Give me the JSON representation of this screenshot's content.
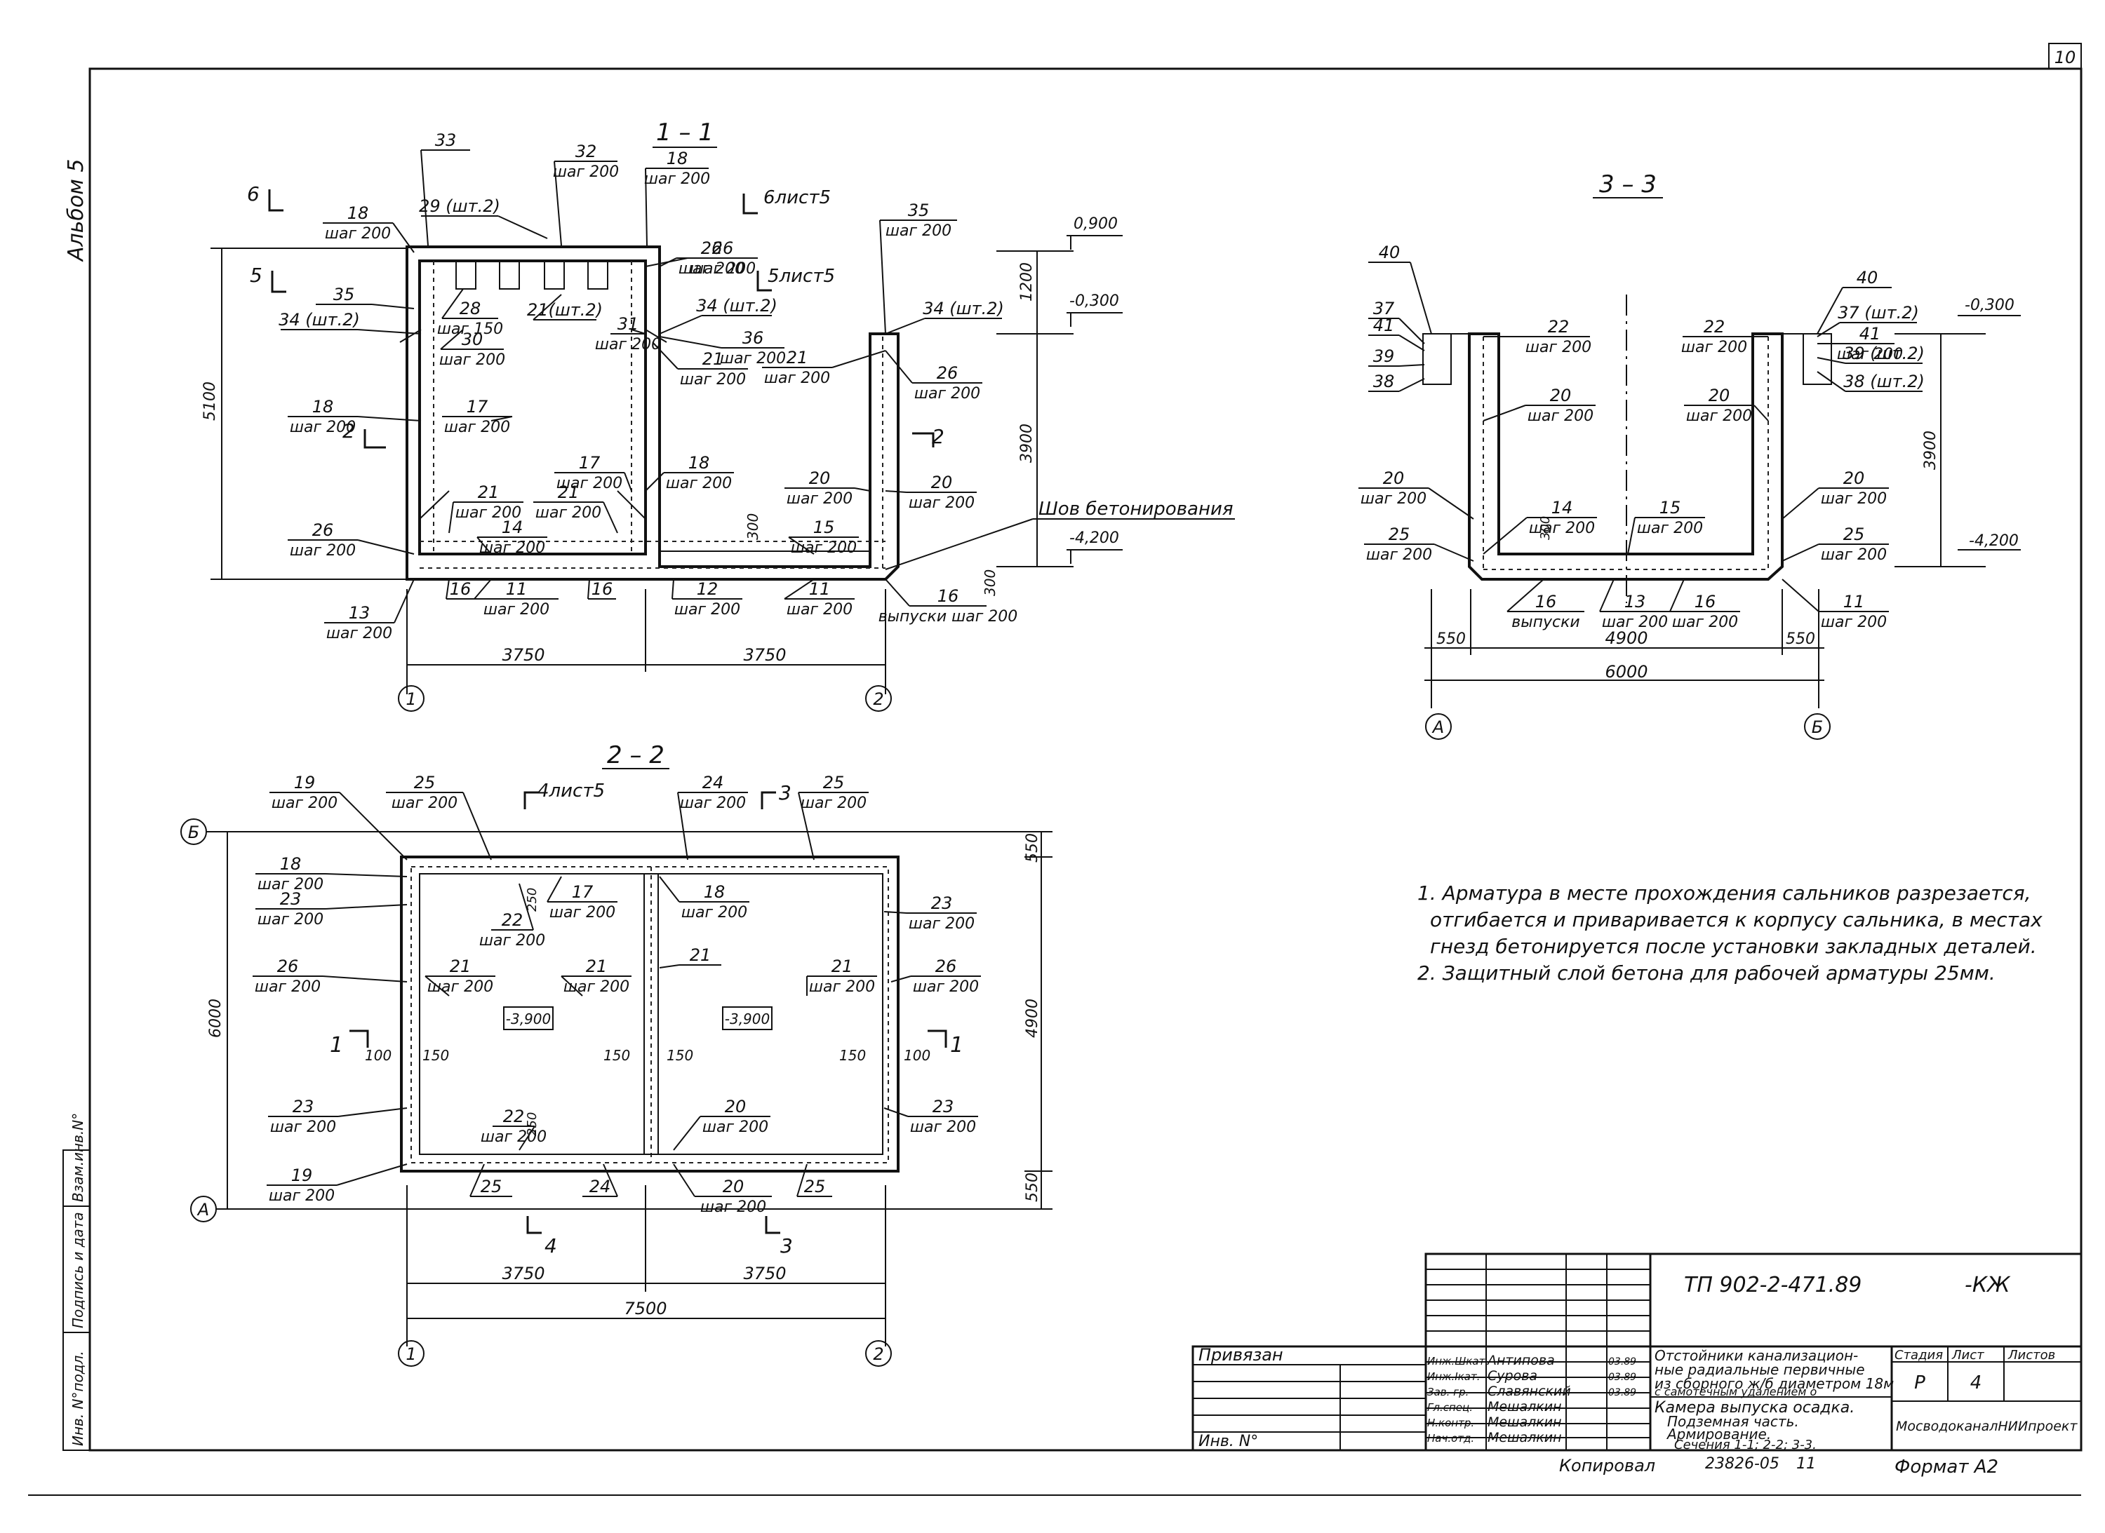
{
  "sheet": {
    "sheet_number": "10",
    "album": "Альбом 5",
    "side_stamp": [
      "Инв. N°подл.",
      "Подпись и дата",
      "Взам.инв.N°"
    ]
  },
  "sections": {
    "s11": {
      "title": "1 – 1",
      "marks": [
        "6",
        "5",
        "2",
        "6лист5",
        "5лист5",
        "2"
      ],
      "levels": [
        "0,900",
        "-0,300",
        "-4,200"
      ],
      "dims": [
        "5100",
        "1200",
        "3900",
        "300",
        "300",
        "3750",
        "3750"
      ],
      "axes": [
        "1",
        "2"
      ],
      "seam": "Шов бетонирования",
      "labels": [
        {
          "n": "33",
          "s": ""
        },
        {
          "n": "32",
          "s": "шаг 200"
        },
        {
          "n": "18",
          "s": "шаг 200"
        },
        {
          "n": "18",
          "s": "шаг 200"
        },
        {
          "n": "29 (шт.2)",
          "s": ""
        },
        {
          "n": "26",
          "s": "шаг 200"
        },
        {
          "n": "35",
          "s": ""
        },
        {
          "n": "34 (шт.2)",
          "s": ""
        },
        {
          "n": "28",
          "s": "шаг 150"
        },
        {
          "n": "21(шт.2)",
          "s": ""
        },
        {
          "n": "31",
          "s": "шаг 200"
        },
        {
          "n": "26",
          "s": "шаг 200"
        },
        {
          "n": "34 (шт.2)",
          "s": ""
        },
        {
          "n": "36",
          "s": "шаг 200"
        },
        {
          "n": "35",
          "s": "шаг 200"
        },
        {
          "n": "34 (шт.2)",
          "s": ""
        },
        {
          "n": "30",
          "s": "шаг 200"
        },
        {
          "n": "21",
          "s": "шаг 200"
        },
        {
          "n": "21",
          "s": "шаг 200"
        },
        {
          "n": "26",
          "s": "шаг 200"
        },
        {
          "n": "18",
          "s": "шаг 200"
        },
        {
          "n": "17",
          "s": "шаг 200"
        },
        {
          "n": "17",
          "s": "шаг 200"
        },
        {
          "n": "18",
          "s": "шаг 200"
        },
        {
          "n": "20",
          "s": "шаг 200"
        },
        {
          "n": "20",
          "s": "шаг 200"
        },
        {
          "n": "21",
          "s": "шаг 200"
        },
        {
          "n": "21",
          "s": "шаг 200"
        },
        {
          "n": "14",
          "s": "шаг 200"
        },
        {
          "n": "15",
          "s": "шаг 200"
        },
        {
          "n": "26",
          "s": "шаг 200"
        },
        {
          "n": "16",
          "s": ""
        },
        {
          "n": "11",
          "s": "шаг 200"
        },
        {
          "n": "16",
          "s": ""
        },
        {
          "n": "12",
          "s": "шаг 200"
        },
        {
          "n": "11",
          "s": "шаг 200"
        },
        {
          "n": "16",
          "s": "выпуски шаг 200"
        },
        {
          "n": "13",
          "s": "шаг 200"
        }
      ]
    },
    "s22": {
      "title": "2 – 2",
      "marks": [
        "4лист5",
        "3",
        "1",
        "1",
        "4",
        "3"
      ],
      "levels": [
        "-3,900",
        "-3,900"
      ],
      "dims": [
        "550",
        "4900",
        "550",
        "6000",
        "3750",
        "3750",
        "7500",
        "100",
        "150",
        "150",
        "150",
        "150",
        "100",
        "250",
        "250"
      ],
      "axes": [
        "Б",
        "А",
        "1",
        "2"
      ],
      "labels": [
        {
          "n": "19",
          "s": "шаг 200"
        },
        {
          "n": "25",
          "s": "шаг 200"
        },
        {
          "n": "24",
          "s": "шаг 200"
        },
        {
          "n": "25",
          "s": "шаг 200"
        },
        {
          "n": "18",
          "s": "шаг 200"
        },
        {
          "n": "23",
          "s": "шаг 200"
        },
        {
          "n": "17",
          "s": "шаг 200"
        },
        {
          "n": "18",
          "s": "шаг 200"
        },
        {
          "n": "22",
          "s": "шаг 200"
        },
        {
          "n": "23",
          "s": "шаг 200"
        },
        {
          "n": "26",
          "s": "шаг 200"
        },
        {
          "n": "21",
          "s": "шаг 200"
        },
        {
          "n": "21",
          "s": "шаг 200"
        },
        {
          "n": "21",
          "s": ""
        },
        {
          "n": "21",
          "s": "шаг 200"
        },
        {
          "n": "26",
          "s": "шаг 200"
        },
        {
          "n": "23",
          "s": "шаг 200"
        },
        {
          "n": "22",
          "s": "шаг 200"
        },
        {
          "n": "20",
          "s": "шаг 200"
        },
        {
          "n": "23",
          "s": "шаг 200"
        },
        {
          "n": "19",
          "s": "шаг 200"
        },
        {
          "n": "25",
          "s": ""
        },
        {
          "n": "24",
          "s": ""
        },
        {
          "n": "20",
          "s": "шаг 200"
        },
        {
          "n": "25",
          "s": ""
        }
      ]
    },
    "s33": {
      "title": "3 – 3",
      "levels": [
        "-0,300",
        "-4,200"
      ],
      "dims": [
        "3900",
        "300",
        "550",
        "4900",
        "550",
        "6000"
      ],
      "axes": [
        "А",
        "Б"
      ],
      "labels": [
        {
          "n": "40",
          "s": ""
        },
        {
          "n": "37",
          "s": ""
        },
        {
          "n": "41",
          "s": ""
        },
        {
          "n": "39",
          "s": ""
        },
        {
          "n": "38",
          "s": ""
        },
        {
          "n": "22",
          "s": "шаг 200"
        },
        {
          "n": "22",
          "s": "шаг 200"
        },
        {
          "n": "40",
          "s": ""
        },
        {
          "n": "37 (шт.2)",
          "s": ""
        },
        {
          "n": "41",
          "s": "шаг 200"
        },
        {
          "n": "39 (шт.2)",
          "s": ""
        },
        {
          "n": "38 (шт.2)",
          "s": ""
        },
        {
          "n": "20",
          "s": "шаг 200"
        },
        {
          "n": "20",
          "s": "шаг 200"
        },
        {
          "n": "20",
          "s": "шаг 200"
        },
        {
          "n": "14",
          "s": "шаг 200"
        },
        {
          "n": "15",
          "s": "шаг 200"
        },
        {
          "n": "20",
          "s": "шаг 200"
        },
        {
          "n": "25",
          "s": "шаг 200"
        },
        {
          "n": "25",
          "s": "шаг 200"
        },
        {
          "n": "16",
          "s": "выпуски"
        },
        {
          "n": "13",
          "s": "шаг 200"
        },
        {
          "n": "16",
          "s": "шаг 200"
        },
        {
          "n": "11",
          "s": "шаг 200"
        }
      ]
    }
  },
  "notes": [
    "1. Арматура в месте прохождения сальников разрезается,",
    "отгибается и приваривается к корпусу сальника, в местах",
    "гнезд бетонируется после установки закладных деталей.",
    "2. Защитный слой бетона для рабочей арматуры 25мм."
  ],
  "title_block": {
    "doc_code": "ТП 902-2-471.89",
    "doc_suffix": "-КЖ",
    "bound": "Привязан",
    "inv": "Инв. N°",
    "staff": [
      {
        "role": "Инж.Шкат.",
        "name": "Антипова",
        "date": "03.89"
      },
      {
        "role": "Инж.Iкат.",
        "name": "Сурова",
        "date": "03.89"
      },
      {
        "role": "Зав. гр.",
        "name": "Славянский",
        "date": "03.89"
      },
      {
        "role": "Гл.спец.",
        "name": "Мешалкин",
        "date": ""
      },
      {
        "role": "Н.контр.",
        "name": "Мешалкин",
        "date": ""
      },
      {
        "role": "Нач.отд.",
        "name": "Мешалкин",
        "date": ""
      }
    ],
    "object_lines": [
      "Отстойники канализацион-",
      "ные радиальные первичные",
      "из сборного ж/б диаметром 18м",
      "с самотечным удалением о"
    ],
    "sheet_lines": [
      "Камера выпуска осадка.",
      "Подземная часть.",
      "Армирование.",
      "Сечения 1-1; 2-2; 3-3."
    ],
    "stage_header": "Стадия",
    "list_header": "Лист",
    "lists_header": "Листов",
    "stage": "Р",
    "list": "4",
    "lists": "",
    "org": "МосводоканалНИИпроект",
    "copied": "Копировал",
    "order": "23826-05",
    "order_sheet": "11",
    "format": "Формат А2"
  }
}
